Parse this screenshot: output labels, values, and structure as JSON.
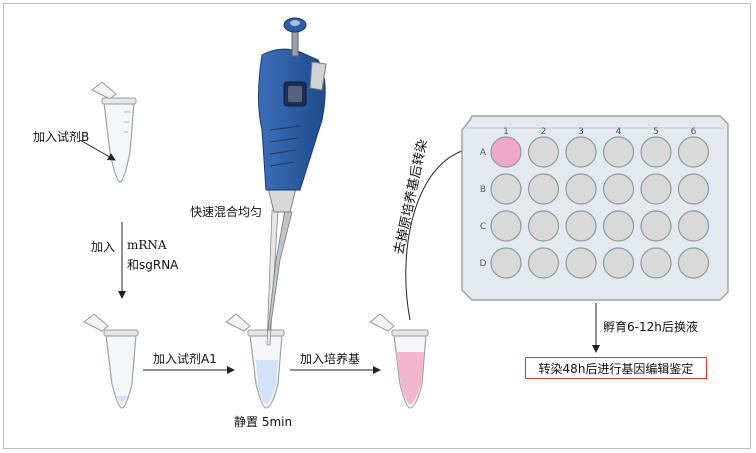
{
  "steps": {
    "add_reagent_b": "加入试剂B",
    "add_mrna_line1": "加入",
    "add_mrna_line1b": "mRNA",
    "add_mrna_line2": "和sgRNA",
    "mix": "快速混合均匀",
    "add_reagent_a1": "加入试剂A1",
    "rest": "静置 5min",
    "add_medium": "加入培养基",
    "remove_medium_transfect": "去掉原培养基后转染",
    "incubate": "孵育6-12h后换液",
    "final": "转染48h后进行基因编辑鉴定"
  },
  "plate": {
    "columns": [
      "1",
      "2",
      "3",
      "4",
      "5",
      "6"
    ],
    "rows": [
      "A",
      "B",
      "C",
      "D"
    ],
    "highlighted_well": "A1",
    "well_color": "#d9d9d9",
    "highlight_color": "#f0a8c8",
    "plate_color": "#e3e9ef"
  },
  "colors": {
    "pipette_blue": "#2f5ea8",
    "tube_liquid_blue": "#cfe0f5",
    "tube_liquid_pink": "#f3b6cc",
    "final_box_border": "#d23a3a"
  }
}
